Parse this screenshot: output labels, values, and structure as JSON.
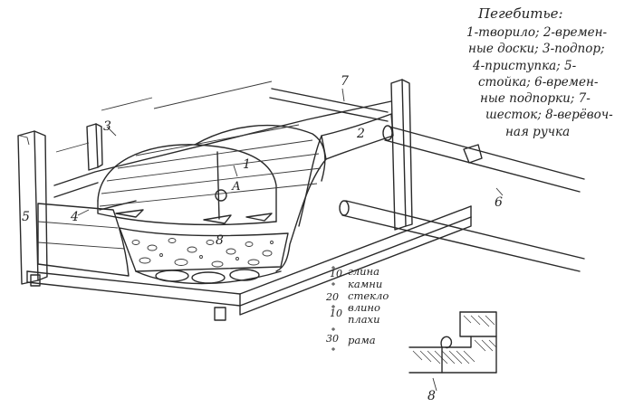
{
  "legend": {
    "title": "Пегебитье:",
    "lines": [
      "1-творило; 2-времен-",
      "ные доски; 3-подпор;",
      "4-приступка; 5-",
      "стойка; 6-времен-",
      "ные подпорки; 7-",
      "шесток; 8-верёвоч-",
      "ная ручка"
    ]
  },
  "callouts": [
    "1",
    "2",
    "3",
    "4",
    "5",
    "6",
    "7",
    "8",
    "А"
  ],
  "layers": [
    {
      "value": "10",
      "label": "глина"
    },
    {
      "value": "",
      "label": "камни"
    },
    {
      "value": "20",
      "label": "стекло"
    },
    {
      "value": "",
      "label": "влино"
    },
    {
      "value": "10",
      "label": "плахи"
    },
    {
      "value": "30",
      "label": "рама"
    }
  ],
  "detail_label": "8"
}
